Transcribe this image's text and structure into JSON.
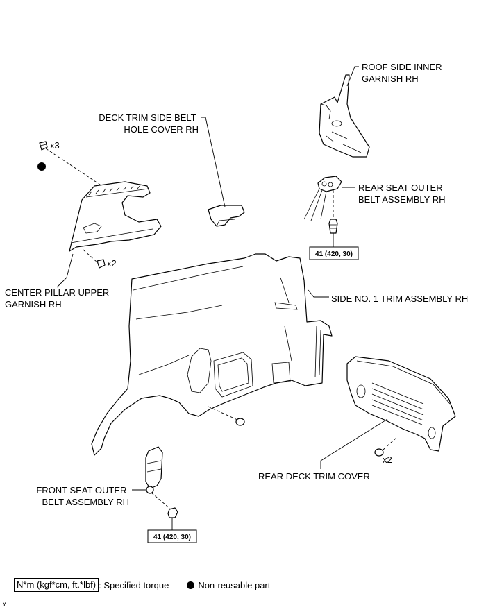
{
  "labels": {
    "roof_side_inner_garnish": [
      "ROOF SIDE INNER",
      "GARNISH RH"
    ],
    "deck_trim_side_belt_hole_cover": [
      "DECK TRIM SIDE BELT",
      "HOLE COVER RH"
    ],
    "rear_seat_outer_belt": [
      "REAR SEAT OUTER",
      "BELT ASSEMBLY RH"
    ],
    "center_pillar_upper_garnish": [
      "CENTER PILLAR UPPER",
      "GARNISH RH"
    ],
    "side_no1_trim": [
      "SIDE NO. 1 TRIM ASSEMBLY RH"
    ],
    "rear_deck_trim_cover": [
      "REAR DECK TRIM COVER"
    ],
    "front_seat_outer_belt": [
      "FRONT SEAT OUTER",
      "BELT ASSEMBLY RH"
    ]
  },
  "quantities": {
    "pillar_clips_top": "x3",
    "pillar_clips_bottom": "x2",
    "deck_cover_clips": "x2"
  },
  "torques": {
    "rear_belt_bolt": "41 (420, 30)",
    "front_belt_bolt": "41 (420, 30)"
  },
  "legend": {
    "torque_unit": "N*m (kgf*cm, ft.*lbf)",
    "torque_desc": ": Specified torque",
    "nonreusable": "Non-reusable part"
  },
  "corner_mark": "Y"
}
